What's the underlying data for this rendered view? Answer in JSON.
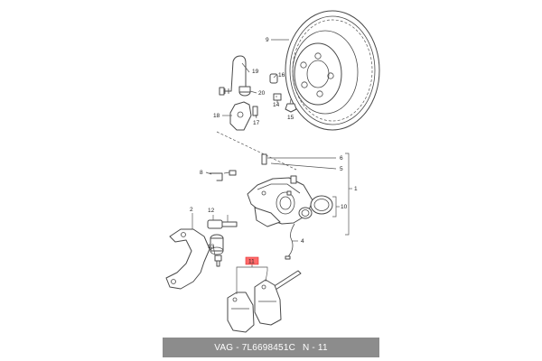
{
  "callouts": {
    "c1": "1",
    "c2": "2",
    "c4": "4",
    "c5": "5",
    "c6": "6",
    "c8": "8",
    "c9": "9",
    "c10": "10",
    "c11": "11",
    "c12": "12",
    "c13": "13",
    "c14": "14",
    "c15": "15",
    "c16": "16",
    "c17": "17",
    "c18": "18",
    "c19": "19",
    "c20": "20"
  },
  "highlight": {
    "color": "#ff6a6a",
    "label": "11"
  },
  "footer": {
    "part_number": "VAG - 7L6698451C",
    "position": "N - 11",
    "background": "#8c8c8c"
  }
}
